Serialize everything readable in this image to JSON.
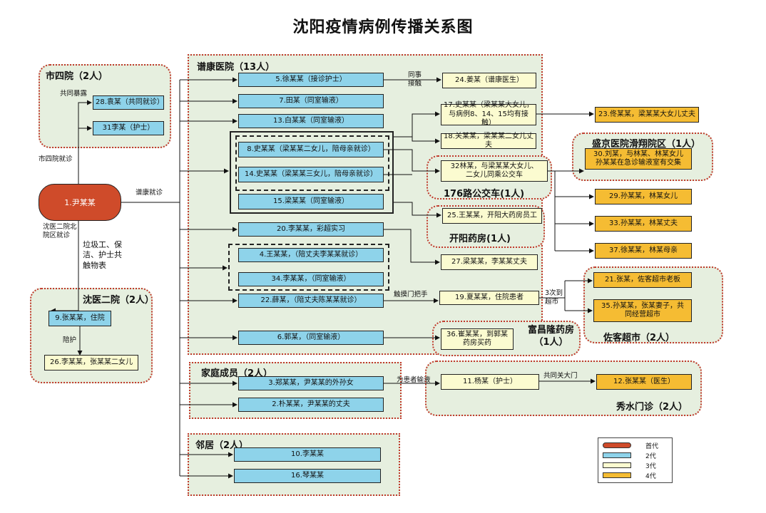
{
  "title": "沈阳疫情病例传播关系图",
  "colors": {
    "gen1": "#cf4b2a",
    "gen2": "#8ed3ea",
    "gen3": "#fbfbd0",
    "gen4": "#f5bc33",
    "group_bg": "#e6efdf",
    "group_border": "#c0392b"
  },
  "groups": {
    "shisi": "市四院（2人）",
    "pukang": "谱康医院（13人）",
    "shenyi": "沈医二院（2人）",
    "family": "家庭成员（2人）",
    "neighbor": "邻居（2人）",
    "bus176": "176路公交车(1人)",
    "kaiyang": "开阳药房(1人)",
    "shengjing": "盛京医院滑翔院区（1人）",
    "zuoke": "佐客超市（2人）",
    "fuchanglong": "富昌隆药房\n（1人）",
    "xiushui": "秀水门诊（2人）"
  },
  "nodes": {
    "n1": "1.尹某某",
    "n28": "28.袁某（共同就诊）",
    "n31": "31李某（护士）",
    "n9": "9.张某某，住院",
    "n26": "26.李某某，张某某二女儿",
    "n5": "5.徐某某（接诊护士）",
    "n7": "7.田某（同室输液）",
    "n13": "13.白某某（同室输液）",
    "n8": "8.史某某（梁某某二女儿，陪母亲就诊）",
    "n14": "14.史某某（梁某某三女儿，陪母亲就诊）",
    "n15": "15.梁某某（同室输液）",
    "n20": "20.李某某，彩超实习",
    "n4": "4.王某某，（陪丈夫李某某就诊）",
    "n34": "34.李某某，（同室输液）",
    "n22": "22.薛某，（陪丈夫陈某某就诊）",
    "n6": "6.郭某，（同室输液）",
    "n3": "3.郑某某，尹某某的外孙女",
    "n2": "2.朴某某，尹某某的丈夫",
    "n10": "10.李某某",
    "n16": "16.琴某某",
    "n24": "24.姜某（谱康医生）",
    "n17": "17.史某某（梁某某大女儿，\n与病例8、14、15均有接触）",
    "n18": "18.关某某，梁某某二女儿丈夫",
    "n32": "32林某，与梁某某大女儿、\n二女儿同乘公交车",
    "n25": "25.王某某，开阳大药房员工",
    "n27": "27.梁某某，李某某丈夫",
    "n19": "19.夏某某，住院患者",
    "n36": "36.崔某某，到郭某\n药房买药",
    "n11": "11.杨某（护士）",
    "n23": "23.佟某某，梁某某大女儿丈夫",
    "n30": "30.刘某，与林某、林某女儿\n孙某某在急诊输液室有交集",
    "n29": "29.孙某某，林某女儿",
    "n33": "33.孙某某，林某丈夫",
    "n37": "37.徐某某，林某母亲",
    "n21": "21.张某，佐客超市老板",
    "n35": "35.孙某某，张某妻子，共\n同经营超市",
    "n12": "12.张某某（医生）"
  },
  "edge_labels": {
    "gongtong": "共同暴露",
    "shisi_jiuzhen": "市四院就诊",
    "pukang_jiuzhen": "谱康就诊",
    "shenyi_jiuzhen": "沈医二院北\n院区就诊",
    "laji": "垃圾工、保\n洁、护士共\n触物表",
    "peihu": "陪护",
    "tongshi": "同事\n接触",
    "chumo": "触摸门把手",
    "sanci": "3次到\n超市",
    "weihuanzhe": "为患者输液",
    "gongtong_damen": "共同关大门"
  },
  "legend": [
    {
      "label": "首代",
      "color": "#cf4b2a"
    },
    {
      "label": "2代",
      "color": "#8ed3ea"
    },
    {
      "label": "3代",
      "color": "#fbfbd0"
    },
    {
      "label": "4代",
      "color": "#f5bc33"
    }
  ]
}
